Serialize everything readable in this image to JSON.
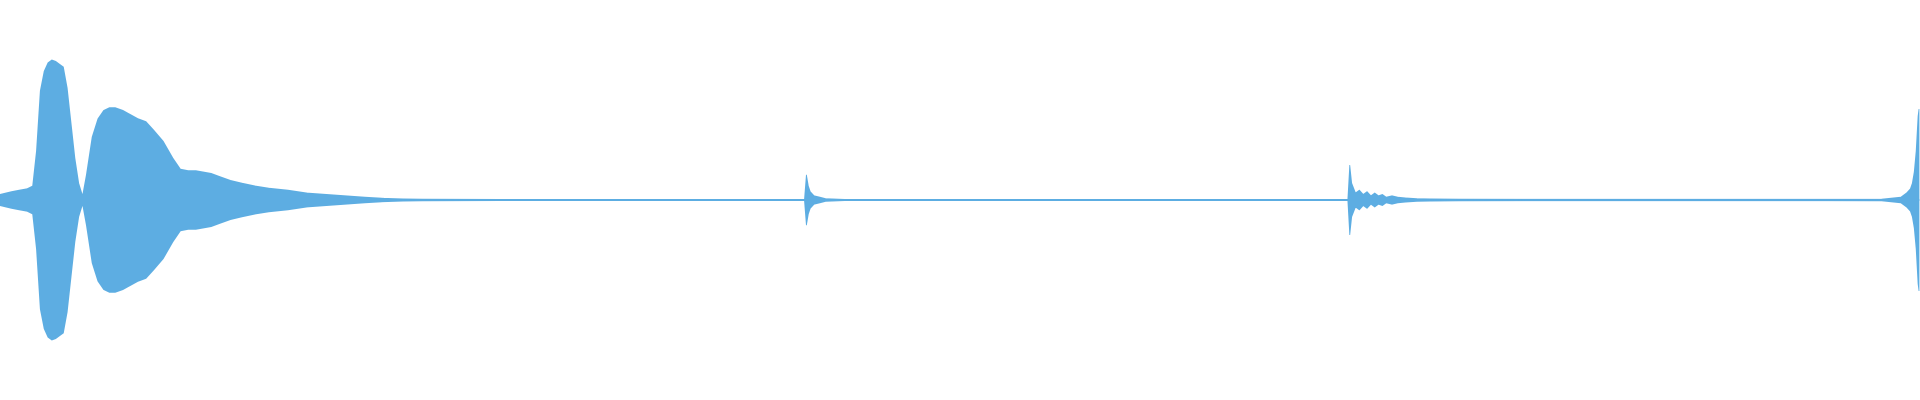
{
  "waveform": {
    "color": "#5dade2",
    "background": "#ffffff",
    "baseline_ratio": 0.5,
    "samples": [
      [
        0.0,
        0.04
      ],
      [
        0.003,
        0.05
      ],
      [
        0.006,
        0.06
      ],
      [
        0.01,
        0.07
      ],
      [
        0.014,
        0.08
      ],
      [
        0.017,
        0.1
      ],
      [
        0.019,
        0.35
      ],
      [
        0.021,
        0.78
      ],
      [
        0.023,
        0.92
      ],
      [
        0.025,
        0.98
      ],
      [
        0.027,
        1.0
      ],
      [
        0.029,
        0.99
      ],
      [
        0.031,
        0.97
      ],
      [
        0.033,
        0.95
      ],
      [
        0.035,
        0.8
      ],
      [
        0.037,
        0.55
      ],
      [
        0.039,
        0.3
      ],
      [
        0.041,
        0.12
      ],
      [
        0.043,
        0.03
      ],
      [
        0.045,
        0.18
      ],
      [
        0.048,
        0.45
      ],
      [
        0.051,
        0.58
      ],
      [
        0.054,
        0.64
      ],
      [
        0.057,
        0.66
      ],
      [
        0.06,
        0.66
      ],
      [
        0.064,
        0.64
      ],
      [
        0.068,
        0.61
      ],
      [
        0.072,
        0.58
      ],
      [
        0.076,
        0.56
      ],
      [
        0.08,
        0.5
      ],
      [
        0.085,
        0.42
      ],
      [
        0.09,
        0.3
      ],
      [
        0.094,
        0.22
      ],
      [
        0.098,
        0.21
      ],
      [
        0.102,
        0.21
      ],
      [
        0.106,
        0.2
      ],
      [
        0.11,
        0.19
      ],
      [
        0.114,
        0.17
      ],
      [
        0.12,
        0.14
      ],
      [
        0.126,
        0.12
      ],
      [
        0.133,
        0.1
      ],
      [
        0.14,
        0.085
      ],
      [
        0.15,
        0.07
      ],
      [
        0.16,
        0.05
      ],
      [
        0.17,
        0.04
      ],
      [
        0.18,
        0.03
      ],
      [
        0.19,
        0.02
      ],
      [
        0.2,
        0.012
      ],
      [
        0.21,
        0.008
      ],
      [
        0.22,
        0.006
      ],
      [
        0.24,
        0.005
      ],
      [
        0.26,
        0.004
      ],
      [
        0.3,
        0.004
      ],
      [
        0.35,
        0.004
      ],
      [
        0.4,
        0.004
      ],
      [
        0.419,
        0.004
      ],
      [
        0.42,
        0.18
      ],
      [
        0.421,
        0.1
      ],
      [
        0.422,
        0.06
      ],
      [
        0.424,
        0.03
      ],
      [
        0.427,
        0.02
      ],
      [
        0.43,
        0.01
      ],
      [
        0.44,
        0.004
      ],
      [
        0.5,
        0.004
      ],
      [
        0.6,
        0.004
      ],
      [
        0.65,
        0.004
      ],
      [
        0.7,
        0.004
      ],
      [
        0.702,
        0.004
      ],
      [
        0.703,
        0.25
      ],
      [
        0.704,
        0.12
      ],
      [
        0.706,
        0.05
      ],
      [
        0.708,
        0.07
      ],
      [
        0.71,
        0.04
      ],
      [
        0.712,
        0.06
      ],
      [
        0.714,
        0.03
      ],
      [
        0.716,
        0.05
      ],
      [
        0.718,
        0.03
      ],
      [
        0.72,
        0.04
      ],
      [
        0.722,
        0.02
      ],
      [
        0.725,
        0.03
      ],
      [
        0.728,
        0.02
      ],
      [
        0.732,
        0.015
      ],
      [
        0.738,
        0.01
      ],
      [
        0.745,
        0.008
      ],
      [
        0.76,
        0.006
      ],
      [
        0.8,
        0.005
      ],
      [
        0.85,
        0.005
      ],
      [
        0.9,
        0.005
      ],
      [
        0.95,
        0.005
      ],
      [
        0.98,
        0.006
      ],
      [
        0.99,
        0.02
      ],
      [
        0.993,
        0.05
      ],
      [
        0.995,
        0.08
      ],
      [
        0.996,
        0.12
      ],
      [
        0.997,
        0.2
      ],
      [
        0.998,
        0.35
      ],
      [
        0.999,
        0.6
      ],
      [
        1.0,
        0.65
      ]
    ]
  }
}
